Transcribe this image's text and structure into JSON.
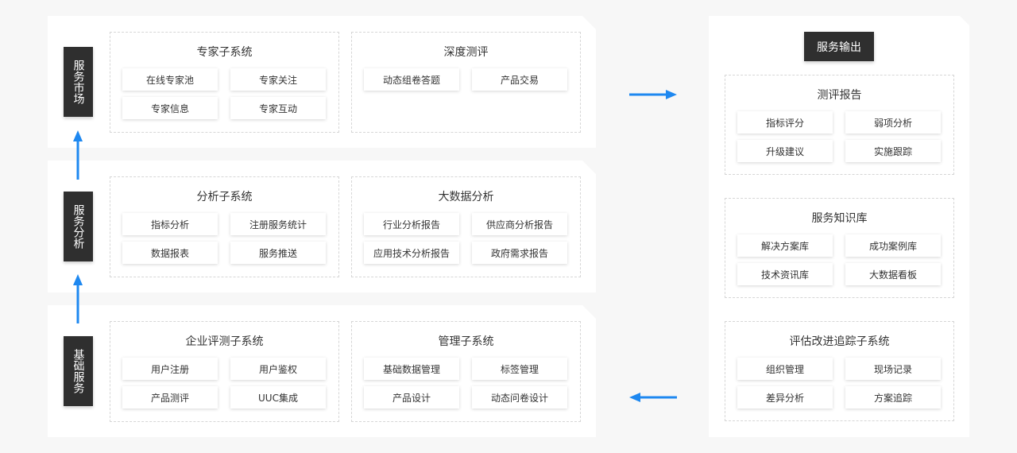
{
  "layers": [
    {
      "label": "服务市场",
      "groups": [
        {
          "title": "专家子系统",
          "items": [
            "在线专家池",
            "专家关注",
            "专家信息",
            "专家互动"
          ]
        },
        {
          "title": "深度测评",
          "items": [
            "动态组卷答题",
            "产品交易"
          ]
        }
      ]
    },
    {
      "label": "服务分析",
      "groups": [
        {
          "title": "分析子系统",
          "items": [
            "指标分析",
            "注册服务统计",
            "数据报表",
            "服务推送"
          ]
        },
        {
          "title": "大数据分析",
          "items": [
            "行业分析报告",
            "供应商分析报告",
            "应用技术分析报告",
            "政府需求报告"
          ]
        }
      ]
    },
    {
      "label": "基础服务",
      "groups": [
        {
          "title": "企业评测子系统",
          "items": [
            "用户注册",
            "用户鉴权",
            "产品测评",
            "UUC集成"
          ]
        },
        {
          "title": "管理子系统",
          "items": [
            "基础数据管理",
            "标签管理",
            "产品设计",
            "动态问卷设计"
          ]
        }
      ]
    }
  ],
  "output": {
    "title": "服务输出",
    "groups": [
      {
        "title": "测评报告",
        "items": [
          "指标评分",
          "弱项分析",
          "升级建议",
          "实施跟踪"
        ]
      },
      {
        "title": "服务知识库",
        "items": [
          "解决方案库",
          "成功案例库",
          "技术资讯库",
          "大数据看板"
        ]
      },
      {
        "title": "评估改进追踪子系统",
        "items": [
          "组织管理",
          "现场记录",
          "差异分析",
          "方案追踪"
        ]
      }
    ]
  },
  "colors": {
    "arrow": "#1e88f0",
    "label_bg": "#2f2f2f",
    "panel_bg": "#ffffff",
    "page_bg": "#f7f7f7"
  }
}
